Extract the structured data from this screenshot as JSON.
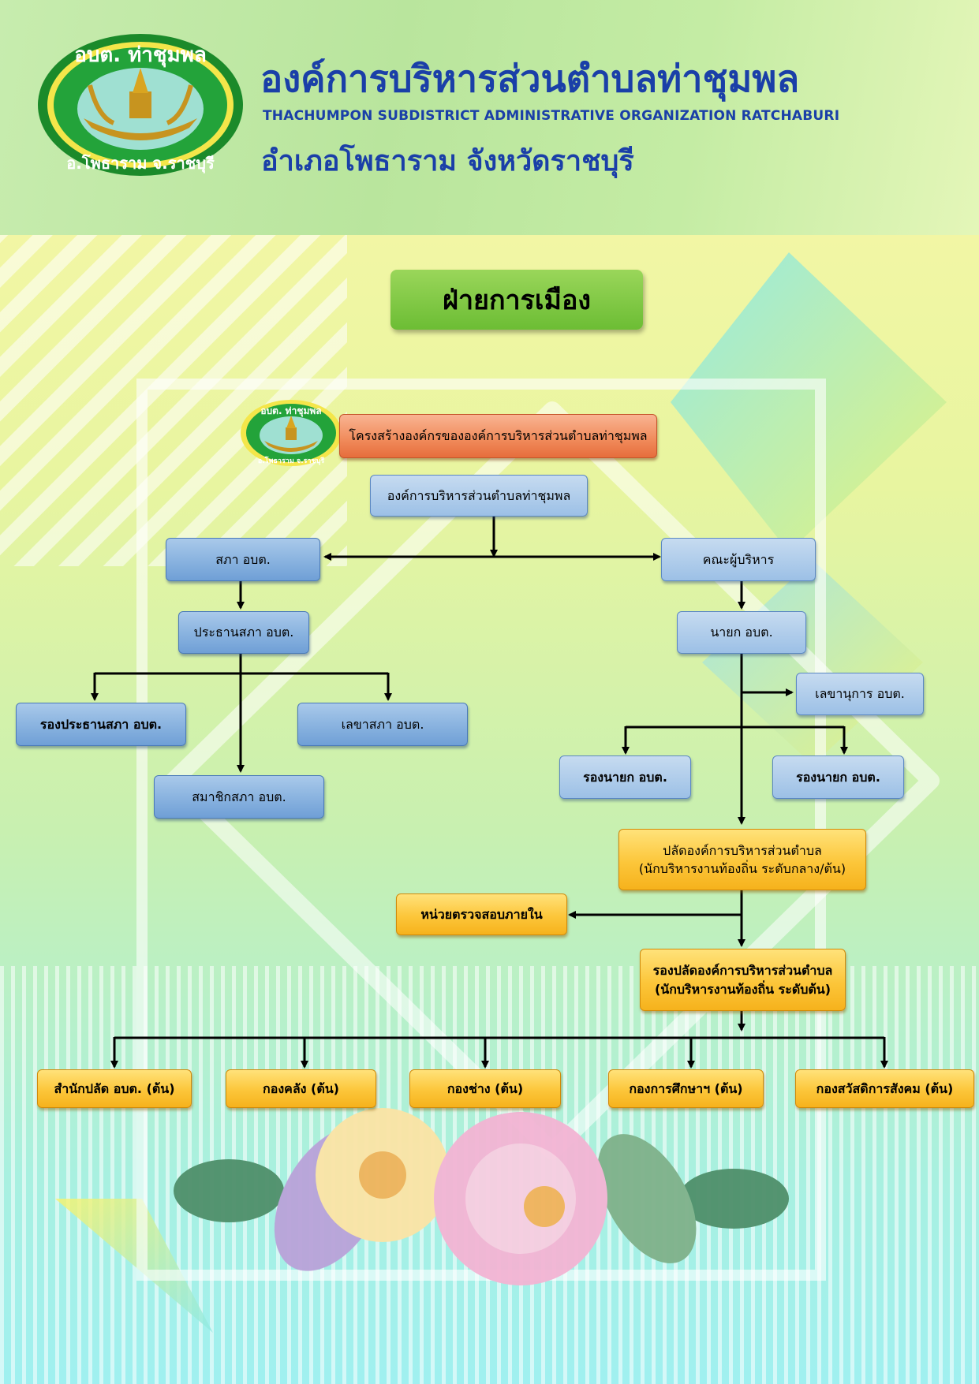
{
  "header": {
    "title_th": "องค์การบริหารส่วนตำบลท่าชุมพล",
    "title_en": "THACHUMPON SUBDISTRICT ADMINISTRATIVE ORGANIZATION RATCHABURI",
    "district": "อำเภอโพธาราม จังหวัดราชบุรี",
    "logo_text_top": "อบต. ท่าชุมพล",
    "logo_text_bottom": "อ.โพธาราม จ.ราชบุรี"
  },
  "section_title": "ฝ่ายการเมือง",
  "chart": {
    "heading": "โครงสร้างองค์กรขององค์การบริหารส่วนตำบลท่าชุมพล",
    "root": "องค์การบริหารส่วนตำบลท่าชุมพล",
    "council": "สภา อบต.",
    "executives": "คณะผู้บริหาร",
    "council_chair": "ประธานสภา อบต.",
    "vice_chair": "รองประธานสภา อบต.",
    "council_secretary": "เลขาสภา อบต.",
    "council_member": "สมาชิกสภา อบต.",
    "mayor": "นายก อบต.",
    "mayor_secretary": "เลขานุการ อบต.",
    "deputy_mayor_1": "รองนายก อบต.",
    "deputy_mayor_2": "รองนายก อบต.",
    "clerk_line1": "ปลัดองค์การบริหารส่วนตำบล",
    "clerk_line2": "(นักบริหารงานท้องถิ่น ระดับกลาง/ต้น)",
    "internal_audit": "หน่วยตรวจสอบภายใน",
    "deputy_clerk_line1": "รองปลัดองค์การบริหารส่วนตำบล",
    "deputy_clerk_line2": "(นักบริหารงานท้องถิ่น ระดับต้น)",
    "departments": [
      "สำนักปลัด อบต. (ต้น)",
      "กองคลัง (ต้น)",
      "กองช่าง (ต้น)",
      "กองการศึกษาฯ (ต้น)",
      "กองสวัสดิการสังคม (ต้น)"
    ]
  },
  "colors": {
    "title_blue": "#1a3fa8",
    "node_blue": "#8bb4e0",
    "node_gold": "#fcc63a",
    "node_orange": "#f08a5a",
    "section_green": "#7cc63e"
  }
}
